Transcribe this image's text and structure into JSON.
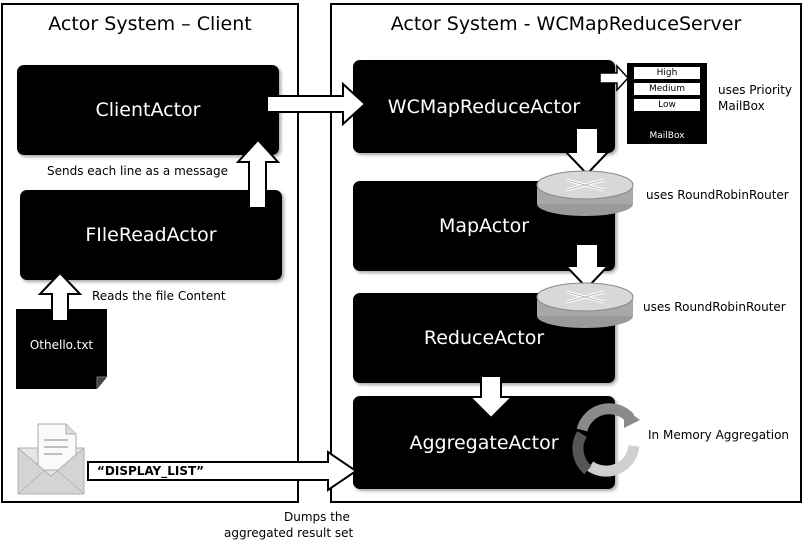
{
  "client": {
    "title": "Actor System – Client",
    "client_actor": "ClientActor",
    "file_read_actor": "FIleReadActor",
    "file_name": "Othello.txt",
    "sends_note": "Sends each line as a message",
    "reads_note": "Reads the file Content"
  },
  "server": {
    "title": "Actor System - WCMapReduceServer",
    "wc_actor": "WCMapReduceActor",
    "map_actor": "MapActor",
    "reduce_actor": "ReduceActor",
    "aggregate_actor": "AggregateActor",
    "mailbox": {
      "levels": [
        "High",
        "Medium",
        "Low"
      ],
      "label": "MailBox",
      "note_line1": "uses Priority",
      "note_line2": "MailBox"
    },
    "router_note_1": "uses RoundRobinRouter",
    "router_note_2": "uses RoundRobinRouter",
    "aggregation_note": "In Memory Aggregation"
  },
  "message": {
    "label": "“DISPLAY_LIST”",
    "dump_line1": "Dumps the",
    "dump_line2": "aggregated result set"
  },
  "icons": [
    "envelope-icon",
    "router-icon",
    "cycle-icon",
    "file-icon",
    "arrow-icon"
  ]
}
